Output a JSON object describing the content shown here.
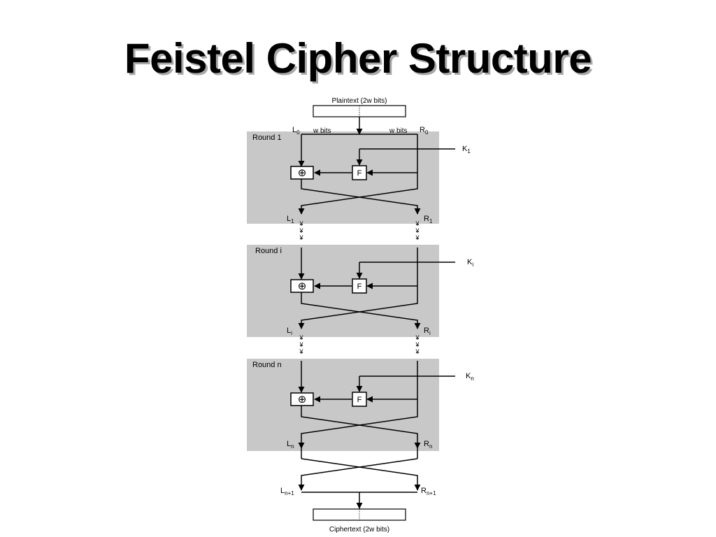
{
  "slide": {
    "title": "Feistel Cipher Structure"
  },
  "diagram": {
    "plaintext_label": "Plaintext (2w bits)",
    "ciphertext_label": "Ciphertext (2w bits)",
    "left_width_label": "w bits",
    "right_width_label": "w bits",
    "f_label": "F",
    "xor_symbol": "⊕",
    "continuation_glyph": "¥",
    "round_shade_color": "#c8c8c8",
    "l0": {
      "main": "L",
      "sub": "0"
    },
    "r0": {
      "main": "R",
      "sub": "0"
    },
    "rounds": [
      {
        "label": "Round 1",
        "key": {
          "main": "K",
          "sub": "1"
        },
        "out_left": {
          "main": "L",
          "sub": "1"
        },
        "out_right": {
          "main": "R",
          "sub": "1"
        }
      },
      {
        "label": "Round i",
        "key": {
          "main": "K",
          "sub": "i"
        },
        "out_left": {
          "main": "L",
          "sub": "i"
        },
        "out_right": {
          "main": "R",
          "sub": "i"
        }
      },
      {
        "label": "Round n",
        "key": {
          "main": "K",
          "sub": "n"
        },
        "out_left": {
          "main": "L",
          "sub": "n"
        },
        "out_right": {
          "main": "R",
          "sub": "n"
        }
      }
    ],
    "final_left": {
      "main": "L",
      "sub": "n+1"
    },
    "final_right": {
      "main": "R",
      "sub": "n+1"
    }
  }
}
